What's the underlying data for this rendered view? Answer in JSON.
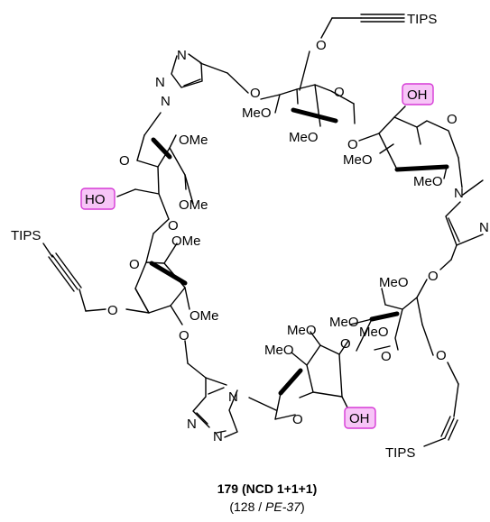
{
  "molecule": {
    "labels": {
      "tips": "TIPS",
      "o": "O",
      "meo": "MeO",
      "ome": "OMe",
      "oh": "OH",
      "ho": "HO",
      "n": "N",
      "n_partial": "N"
    },
    "highlight_color": "#f7c5f7",
    "highlight_border": "#d63ad6"
  },
  "caption": {
    "compound_id": "179 (NCD 1+1+1)",
    "reference_pre": "(128 / ",
    "reference_italic": "PE-37",
    "reference_post": ")"
  }
}
